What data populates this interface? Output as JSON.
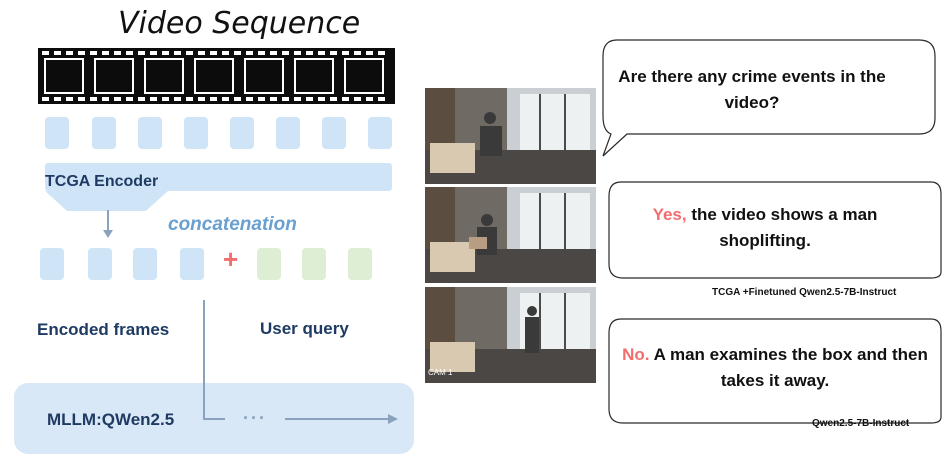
{
  "title": "Video Sequence",
  "encoder_label": "TCGA Encoder",
  "concat_label": "concatenation",
  "plus_symbol": "+",
  "encoded_frames_label": "Encoded frames",
  "user_query_label": "User query",
  "mllm_label": "MLLM:QWen2.5",
  "ellipsis": "···",
  "camera_label": "CAM 1",
  "question": "Are there any crime events in the video?",
  "answers": [
    {
      "keyword": "Yes,",
      "rest": " the video shows a man shoplifting.",
      "model": "TCGA +Finetuned Qwen2.5-7B-Instruct"
    },
    {
      "keyword": "No.",
      "rest": " A man examines the box and then takes it away.",
      "model": "Qwen2.5-7B-Instruct"
    }
  ],
  "colors": {
    "token_blue": "#cfe4f7",
    "token_green": "#deeed5",
    "highlight_red": "#f26d6d",
    "label_navy": "#1f3b63",
    "concat_blue": "#6aa0d0"
  }
}
